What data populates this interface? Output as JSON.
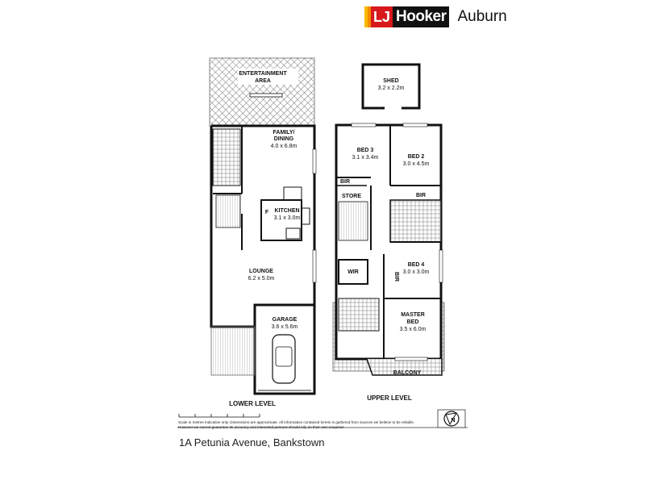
{
  "brand": {
    "logo_initials": "LJ",
    "logo_name": "Hooker",
    "office": "Auburn",
    "colors": {
      "red": "#d7191c",
      "orange": "#f28c00",
      "yellow": "#fbb900",
      "black": "#111111"
    }
  },
  "rooms": {
    "entertainment": {
      "name": "ENTERTAINMENT",
      "name2": "AREA"
    },
    "family": {
      "name": "FAMILY/",
      "name2": "DINING",
      "dims": "4.0 x 6.8m"
    },
    "kitchen": {
      "name": "KITCHEN",
      "dims": "3.1 x 3.0m",
      "fridge": "F"
    },
    "lounge": {
      "name": "LOUNGE",
      "dims": "6.2 x 5.0m"
    },
    "garage": {
      "name": "GARAGE",
      "dims": "3.6 x 5.6m"
    },
    "shed": {
      "name": "SHED",
      "dims": "3.2 x 2.2m"
    },
    "bed3": {
      "name": "BED 3",
      "dims": "3.1 x 3.4m",
      "bir": "BIR"
    },
    "bed2": {
      "name": "BED 2",
      "dims": "3.0 x 4.5m",
      "bir": "BIR"
    },
    "store": {
      "name": "STORE"
    },
    "bed4": {
      "name": "BED 4",
      "dims": "3.0 x 3.0m",
      "bir": "BIR"
    },
    "wir": {
      "name": "WIR"
    },
    "master": {
      "name": "MASTER",
      "name2": "BED",
      "dims": "3.5 x 6.0m"
    },
    "balcony": {
      "name": "BALCONY"
    }
  },
  "levels": {
    "lower": "LOWER LEVEL",
    "upper": "UPPER LEVEL"
  },
  "disclaimer": "Scale in metres Indicative only. Dimensions are approximate. All information contained herein is gathered from sources we believe to be reliable. However we cannot guarantee its accuracy and interested persons should rely on their own enquiries",
  "compass": {
    "label": "N"
  },
  "address": "1A Petunia Avenue, Bankstown"
}
